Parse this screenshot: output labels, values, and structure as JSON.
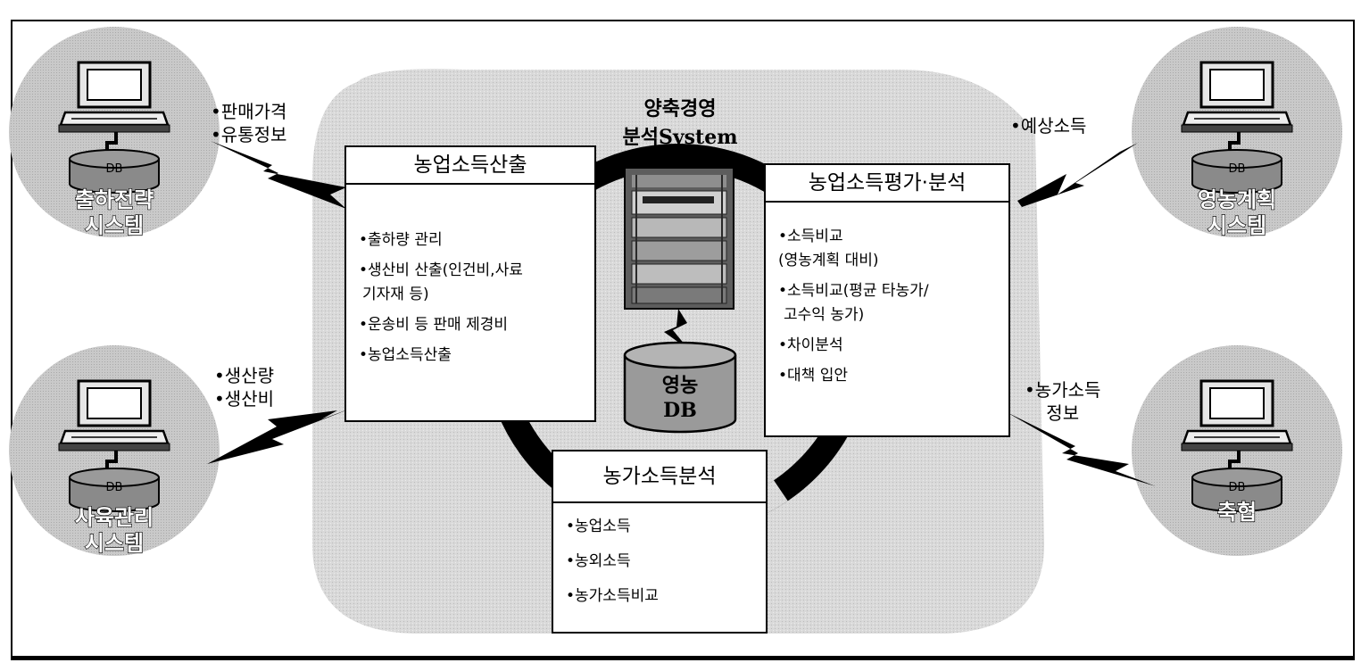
{
  "center": {
    "title_line1": "양축경영",
    "title_line2": "분석System",
    "db_line1": "영농",
    "db_line2": "DB"
  },
  "boxes": {
    "income_calc": {
      "title": "농업소득산출",
      "items": [
        "•출하량 관리",
        "•생산비 산출(인건비,사료",
        "기자재 등)",
        "•운송비 등 판매 제경비",
        "•농업소득산출"
      ]
    },
    "income_eval": {
      "title": "농업소득평가·분석",
      "items": [
        "•소득비교",
        "(영농계획 대비)",
        "•소득비교(평균 타농가/",
        "고수익 농가)",
        "•차이분석",
        "•대책 입안"
      ]
    },
    "farm_income": {
      "title": "농가소득분석",
      "items": [
        "•농업소득",
        "•농외소득",
        "•농가소득비교"
      ]
    }
  },
  "systems": {
    "shipping": {
      "line1": "출하전략",
      "line2": "시스템",
      "db": "DB"
    },
    "farming_plan": {
      "line1": "영농계획",
      "line2": "시스템",
      "db": "DB"
    },
    "breeding": {
      "line1": "사육관리",
      "line2": "시스템",
      "db": "DB"
    },
    "coop": {
      "line1": "축협",
      "line2": "",
      "db": "DB"
    }
  },
  "flows": {
    "shipping": {
      "line1": "•판매가격",
      "line2": "•유통정보"
    },
    "farming_plan": {
      "line1": "•예상소득"
    },
    "breeding": {
      "line1": "•생산량",
      "line2": "•생산비"
    },
    "coop": {
      "line1": "•농가소득",
      "line2": "정보"
    }
  },
  "colors": {
    "blob_gray": "#cfcfcf",
    "circle_gray": "#c8c8c8",
    "db_gray": "#8a8a8a",
    "ring": "#000000"
  },
  "icons": [
    "computer-icon",
    "database-icon",
    "server-rack-icon",
    "lightning-link-icon"
  ]
}
